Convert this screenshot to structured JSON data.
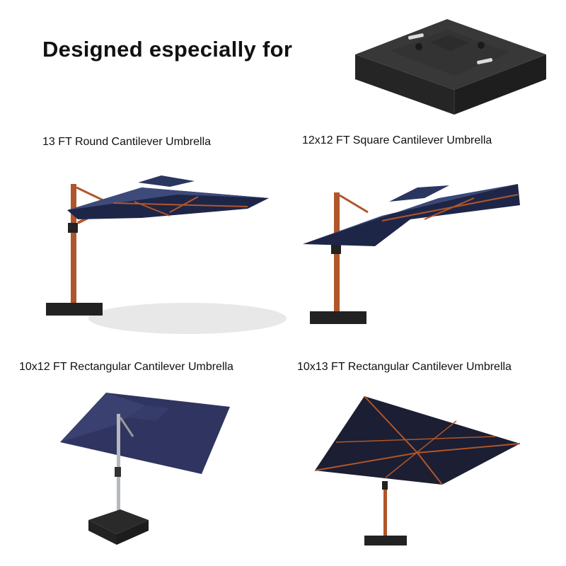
{
  "headline": "Designed especially for",
  "base_product": {
    "name": "umbrella-base",
    "icon": "square-weighted-base-image",
    "color": "#2a2a2a"
  },
  "products": [
    {
      "caption": "13 FT Round Cantilever Umbrella",
      "canopy_color": "#2b3a66",
      "pole_color": "#b0562a",
      "shape": "round"
    },
    {
      "caption": "12x12 FT Square Cantilever Umbrella",
      "canopy_color": "#2b3a66",
      "pole_color": "#b0562a",
      "shape": "square"
    },
    {
      "caption": "10x12 FT Rectangular Cantilever Umbrella",
      "canopy_color": "#2f3560",
      "pole_color": "#b5b8bc",
      "shape": "rectangular"
    },
    {
      "caption": "10x13 FT Rectangular Cantilever Umbrella",
      "canopy_color": "#1c1e33",
      "pole_color": "#b0562a",
      "shape": "rectangular"
    }
  ]
}
